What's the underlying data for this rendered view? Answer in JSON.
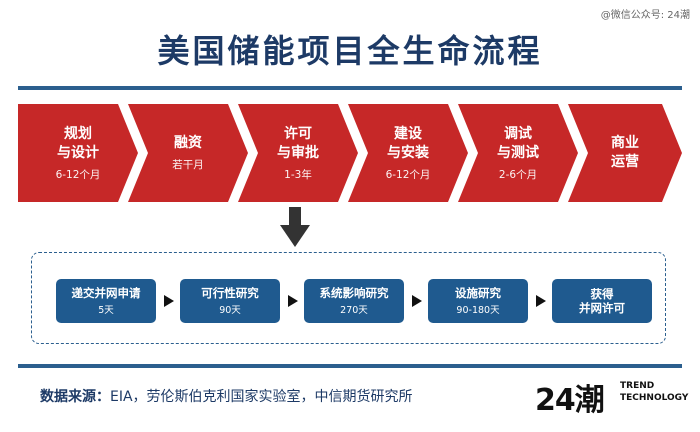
{
  "watermark": "@微信公众号: 24潮",
  "title": "美国储能项目全生命流程",
  "stages": [
    {
      "label": "规划\n与设计",
      "duration": "6-12个月"
    },
    {
      "label": "融资",
      "duration": "若干月"
    },
    {
      "label": "许可\n与审批",
      "duration": "1-3年"
    },
    {
      "label": "建设\n与安装",
      "duration": "6-12个月"
    },
    {
      "label": "调试\n与测试",
      "duration": "2-6个月"
    },
    {
      "label": "商业\n运营",
      "duration": ""
    }
  ],
  "permit_steps": [
    {
      "label": "递交并网申请",
      "duration": "5天"
    },
    {
      "label": "可行性研究",
      "duration": "90天"
    },
    {
      "label": "系统影响研究",
      "duration": "270天"
    },
    {
      "label": "设施研究",
      "duration": "90-180天"
    },
    {
      "label": "获得\n并网许可",
      "duration": ""
    }
  ],
  "source": {
    "label": "数据来源：",
    "text": "EIA，劳伦斯伯克利国家实验室，中信期货研究所"
  },
  "logo": {
    "mark": "24潮",
    "line1": "TREND",
    "line2": "TECHNOLOGY"
  },
  "colors": {
    "stage_fill": "#c62828",
    "step_fill": "#1f5a8f",
    "rule": "#2b5f8e",
    "title": "#1d3a66"
  }
}
